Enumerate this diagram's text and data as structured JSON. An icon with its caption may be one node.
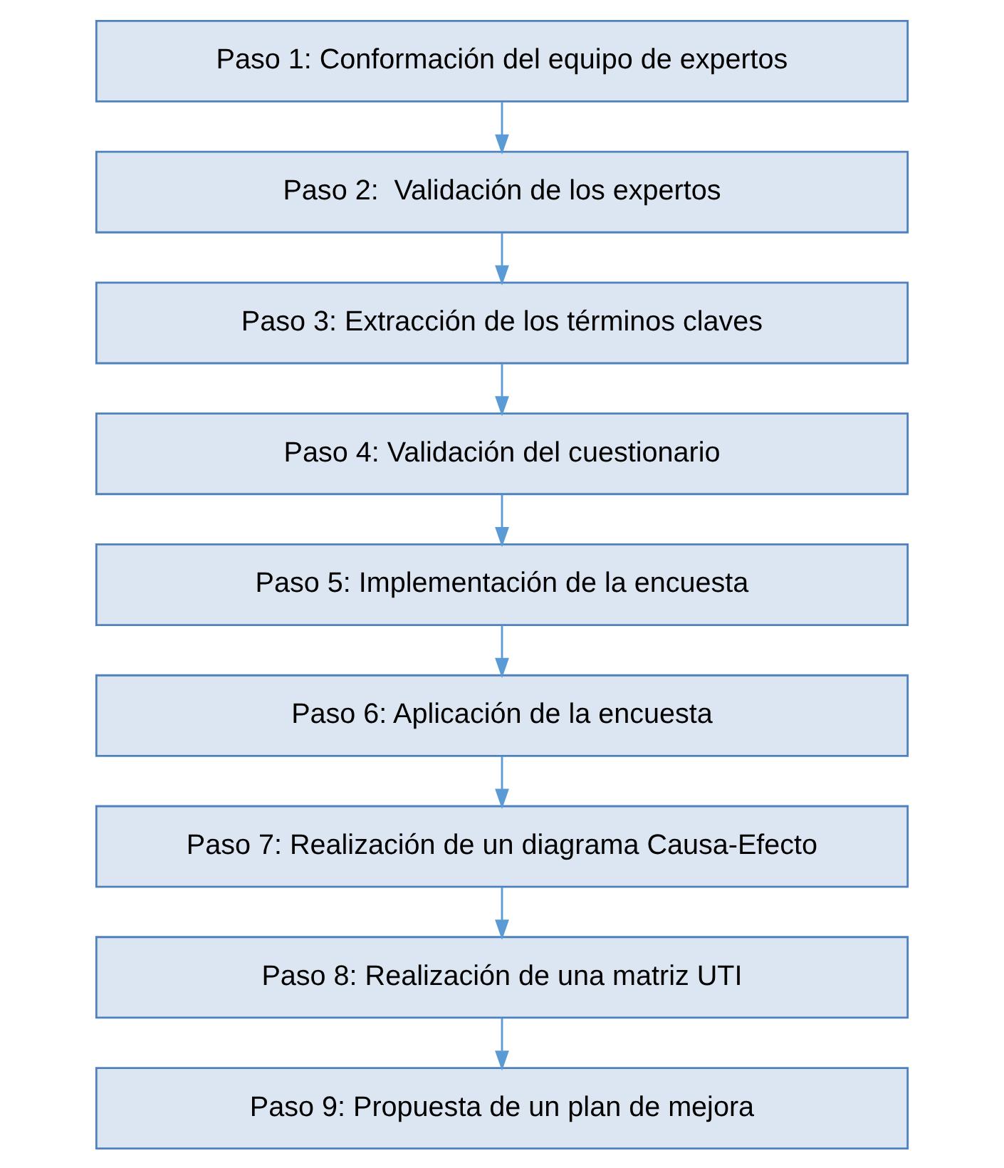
{
  "diagram": {
    "nodes": [
      {
        "text": [
          "Paso 1: Conformación del equipo de expertos"
        ]
      },
      {
        "text": [
          "Paso 2:  Validación de los expertos"
        ]
      },
      {
        "text": [
          "Paso 3: Extracción de los términos claves"
        ]
      },
      {
        "text": [
          "Paso 4: Validación del cuestionario"
        ]
      },
      {
        "text": [
          "Paso 5: Implementación de la encuesta"
        ]
      },
      {
        "text": [
          "Paso 6: Aplicación de la encuesta"
        ]
      },
      {
        "text": [
          "Paso 7: Realización de un diagrama Causa-Efecto"
        ]
      },
      {
        "text": [
          "Paso 8: Realización de una matriz UTI"
        ]
      },
      {
        "text": [
          "Paso 9: Propuesta de un plan de mejora"
        ]
      }
    ],
    "edges": [
      {
        "from": 0,
        "to": 1,
        "arrow": "to"
      },
      {
        "from": 1,
        "to": 2,
        "arrow": "to"
      },
      {
        "from": 2,
        "to": 3,
        "arrow": "to"
      },
      {
        "from": 3,
        "to": 4,
        "arrow": "to"
      },
      {
        "from": 4,
        "to": 5,
        "arrow": "to"
      },
      {
        "from": 5,
        "to": 6,
        "arrow": "to"
      },
      {
        "from": 6,
        "to": 7,
        "arrow": "to"
      },
      {
        "from": 7,
        "to": 8,
        "arrow": "to"
      }
    ]
  }
}
